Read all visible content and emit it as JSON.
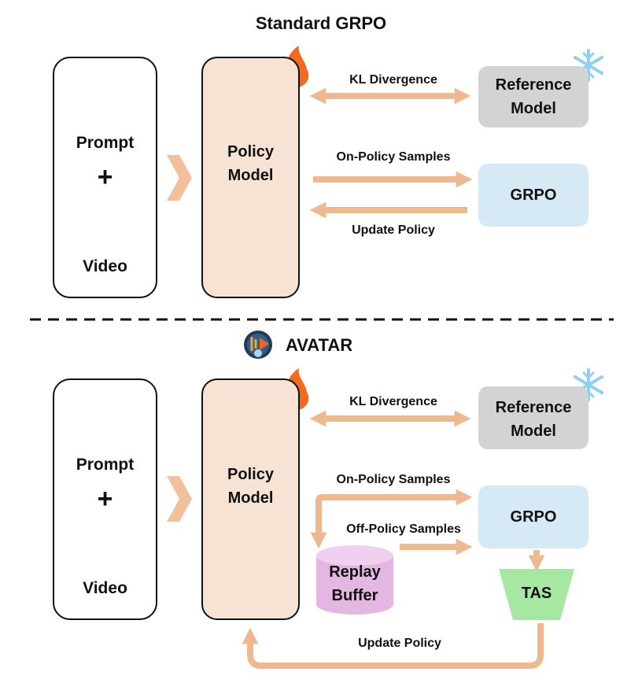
{
  "colors": {
    "arrow": "#efb98f",
    "policy_bg": "#f6e3d4",
    "reference_bg": "#d3d3d3",
    "grpo_bg": "#d6eaf5",
    "replay_bg": "#e3b7e2",
    "tas_bg": "#a6e8a2"
  },
  "icons": {
    "terminal": "terminal-icon",
    "video": "video-music-icon",
    "fire": "fire-icon",
    "snowflake": "snowflake-icon",
    "robot": "robot-icon",
    "avatar_logo": "avatar-logo-icon"
  },
  "top": {
    "title": "Standard GRPO",
    "prompt": "Prompt",
    "plus": "+",
    "video": "Video",
    "policy_line1": "Policy",
    "policy_line2": "Model",
    "kl": "KL Divergence",
    "reference_line1": "Reference",
    "reference_line2": "Model",
    "on_policy": "On-Policy Samples",
    "grpo": "GRPO",
    "update": "Update Policy"
  },
  "bottom": {
    "title": "AVATAR",
    "prompt": "Prompt",
    "plus": "+",
    "video": "Video",
    "policy_line1": "Policy",
    "policy_line2": "Model",
    "kl": "KL Divergence",
    "reference_line1": "Reference",
    "reference_line2": "Model",
    "on_policy": "On-Policy Samples",
    "off_policy": "Off-Policy Samples",
    "grpo": "GRPO",
    "replay_line1": "Replay",
    "replay_line2": "Buffer",
    "tas": "TAS",
    "update": "Update Policy"
  }
}
